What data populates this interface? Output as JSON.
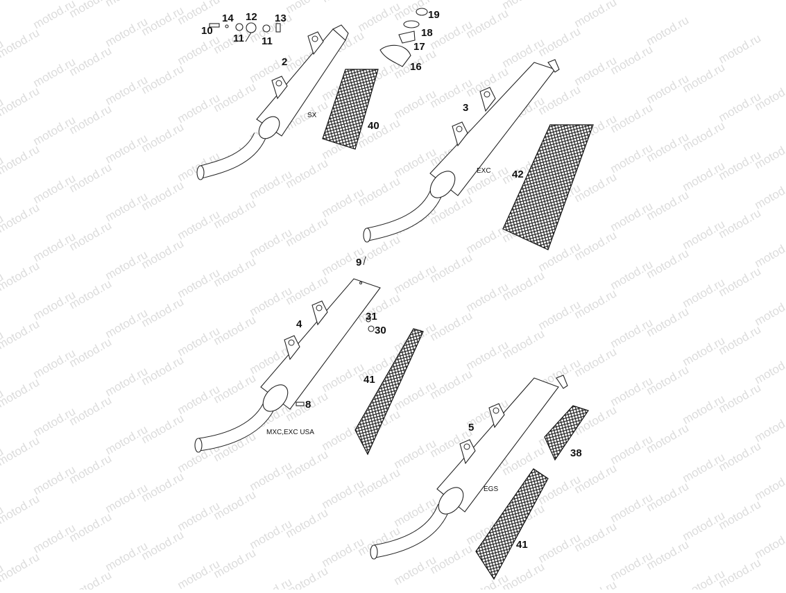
{
  "diagram": {
    "watermark": "motod.ru",
    "assemblies": [
      {
        "id": "sx",
        "part": "2",
        "variant": "SX",
        "pad": "40"
      },
      {
        "id": "exc",
        "part": "3",
        "variant": "EXC",
        "pad": "42"
      },
      {
        "id": "mxc",
        "part": "4",
        "variant": "MXC,EXC USA",
        "pad": "41"
      },
      {
        "id": "egs",
        "part": "5",
        "variant": "EGS",
        "pad": "41",
        "extra_pad": "38"
      }
    ],
    "small_parts": [
      "10",
      "14",
      "11",
      "12",
      "11",
      "13",
      "19",
      "18",
      "17",
      "16",
      "9",
      "31",
      "30",
      "8"
    ]
  }
}
